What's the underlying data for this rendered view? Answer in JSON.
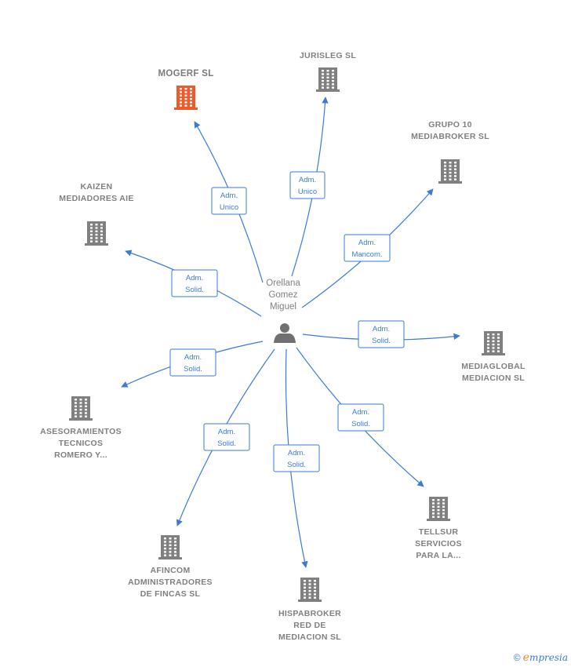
{
  "person": {
    "name_lines": [
      "Orellana",
      "Gomez",
      "Miguel"
    ]
  },
  "companies": [
    {
      "id": "mogerf",
      "lines": [
        "MOGERF  SL"
      ],
      "highlight": true,
      "role": [
        "Adm.",
        "Unico"
      ]
    },
    {
      "id": "jurisleg",
      "lines": [
        "JURISLEG  SL"
      ],
      "highlight": false,
      "role": [
        "Adm.",
        "Unico"
      ]
    },
    {
      "id": "grupo10",
      "lines": [
        "GRUPO 10",
        "MEDIABROKER SL"
      ],
      "highlight": false,
      "role": [
        "Adm.",
        "Mancom."
      ]
    },
    {
      "id": "kaizen",
      "lines": [
        "KAIZEN",
        "MEDIADORES AIE"
      ],
      "highlight": false,
      "role": [
        "Adm.",
        "Solid."
      ]
    },
    {
      "id": "mediaglobal",
      "lines": [
        "MEDIAGLOBAL",
        "MEDIACION SL"
      ],
      "highlight": false,
      "role": [
        "Adm.",
        "Solid."
      ]
    },
    {
      "id": "asesoramientos",
      "lines": [
        "ASESORAMIENTOS",
        "TECNICOS",
        "ROMERO Y..."
      ],
      "highlight": false,
      "role": [
        "Adm.",
        "Solid."
      ]
    },
    {
      "id": "tellsur",
      "lines": [
        "TELLSUR",
        "SERVICIOS",
        "PARA LA..."
      ],
      "highlight": false,
      "role": [
        "Adm.",
        "Solid."
      ]
    },
    {
      "id": "afincom",
      "lines": [
        "AFINCOM",
        "ADMINISTRADORES",
        "DE FINCAS SL"
      ],
      "highlight": false,
      "role": [
        "Adm.",
        "Solid."
      ]
    },
    {
      "id": "hispabroker",
      "lines": [
        "HISPABROKER",
        "RED DE",
        "MEDIACION SL"
      ],
      "highlight": false,
      "role": [
        "Adm.",
        "Solid."
      ]
    }
  ],
  "colors": {
    "edge": "#3a7bd5",
    "building": "#808080",
    "building_highlight": "#f05a28",
    "person_icon": "#707070"
  },
  "footer": {
    "copyright": "©",
    "brand_first": "e",
    "brand_rest": "mpresia"
  }
}
